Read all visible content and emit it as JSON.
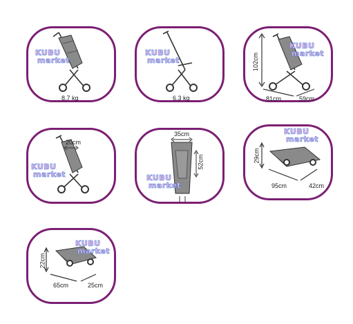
{
  "watermark": {
    "line1": "KUBU",
    "line2": "market"
  },
  "colors": {
    "frame": "#7b1f73",
    "stroller_gray": "#8a8a8a",
    "watermark_fill": "#ffb6e6",
    "watermark_stroke": "#4b86d8"
  },
  "cards": [
    {
      "id": "weight-full",
      "labels": {
        "weight": "8,7 kg"
      }
    },
    {
      "id": "weight-frame",
      "labels": {
        "weight": "6,3 kg"
      }
    },
    {
      "id": "dimensions-open",
      "labels": {
        "height": "102cm",
        "length": "81cm",
        "width": "59cm"
      }
    },
    {
      "id": "handle-width",
      "labels": {
        "handle": "20cm"
      }
    },
    {
      "id": "seat-size",
      "labels": {
        "seat_width": "35cm",
        "seat_height": "52cm"
      }
    },
    {
      "id": "folded-flat",
      "labels": {
        "height": "29cm",
        "length": "95cm",
        "width": "42cm"
      }
    },
    {
      "id": "folded-compact",
      "labels": {
        "height": "22cm",
        "length": "65cm",
        "width": "25cm"
      }
    }
  ]
}
